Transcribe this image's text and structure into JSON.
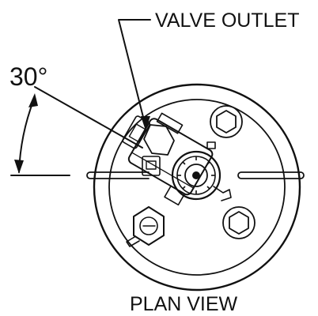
{
  "diagram": {
    "callout_valve_outlet": "VALVE OUTLET",
    "angle_label": "30°",
    "view_caption": "PLAN VIEW"
  },
  "colors": {
    "line": "#111111",
    "background": "#ffffff"
  }
}
